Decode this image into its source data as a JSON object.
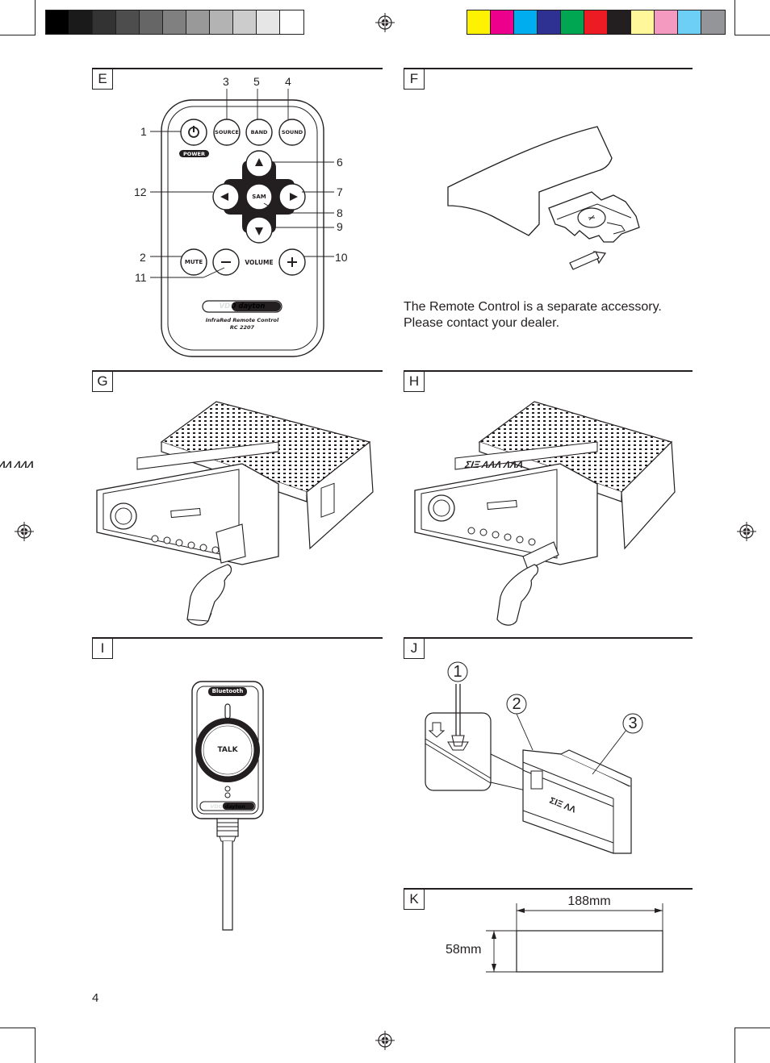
{
  "palette": {
    "grays": [
      "#000000",
      "#1a1a1a",
      "#333333",
      "#4d4d4d",
      "#666666",
      "#808080",
      "#999999",
      "#b3b3b3",
      "#cccccc",
      "#e6e6e6",
      "#ffffff"
    ],
    "process": [
      "#fff200",
      "#ec008c",
      "#00aeef",
      "#2e3192",
      "#00a651",
      "#ed1c24",
      "#231f20",
      "#fff799",
      "#f49ac1",
      "#6dcff6",
      "#939598"
    ]
  },
  "sections": {
    "E": "E",
    "F": "F",
    "G": "G",
    "H": "H",
    "I": "I",
    "J": "J",
    "K": "K"
  },
  "remote": {
    "callouts": {
      "c1": "1",
      "c2": "2",
      "c3": "3",
      "c4": "4",
      "c5": "5",
      "c6": "6",
      "c7": "7",
      "c8": "8",
      "c9": "9",
      "c10": "10",
      "c11": "11",
      "c12": "12"
    },
    "buttons": {
      "source": "SOURCE",
      "band": "BAND",
      "sound": "SOUND",
      "power": "POWER",
      "sam": "SAM",
      "mute": "MUTE",
      "volume": "VOLUME"
    },
    "brand": "VDO dayton",
    "model_line1": "InfraRed Remote Control",
    "model_line2": "RC 2207"
  },
  "section_f": {
    "line1": "The Remote Control is a separate accessory.",
    "line2": "Please contact your dealer."
  },
  "bluetooth_module": {
    "brand": "Bluetooth",
    "talk": "TALK",
    "logo": "VDO dayton"
  },
  "section_j": {
    "step1": "1",
    "step2": "2",
    "step3": "3"
  },
  "section_k": {
    "width": "188mm",
    "height": "58mm"
  },
  "page_number": "4"
}
